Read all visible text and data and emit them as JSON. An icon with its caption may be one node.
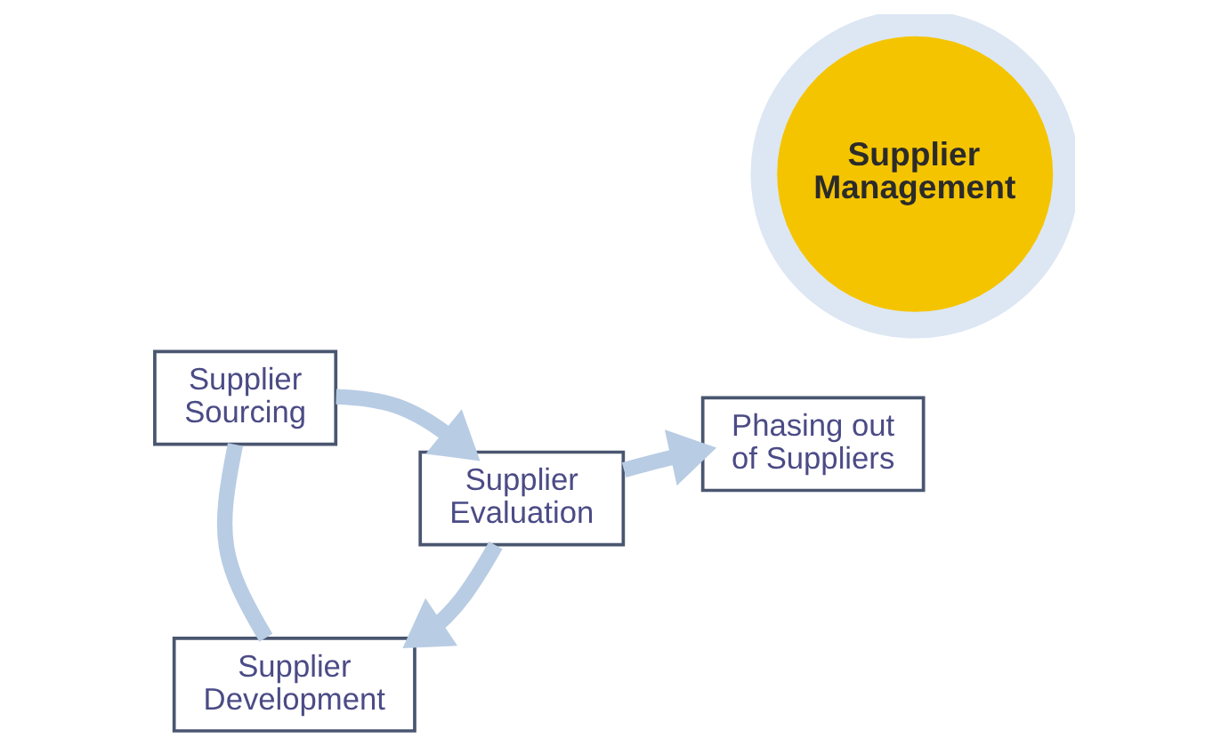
{
  "diagram": {
    "nodes": [
      {
        "text": [
          "Supplier Sourcing"
        ]
      },
      {
        "text": [
          "Supplier Development"
        ]
      },
      {
        "text": [
          "Supplier Management"
        ]
      },
      {
        "text": [
          "Supplier Evaluation"
        ]
      },
      {
        "text": [
          "Phasing out of Suppliers"
        ]
      }
    ],
    "edges": [
      {
        "from": 0,
        "to": 3,
        "arrow": "to"
      },
      {
        "from": 3,
        "to": 1,
        "arrow": "to"
      },
      {
        "from": 1,
        "to": 0,
        "arrow": "none"
      },
      {
        "from": 3,
        "to": 4,
        "arrow": "to"
      }
    ]
  }
}
